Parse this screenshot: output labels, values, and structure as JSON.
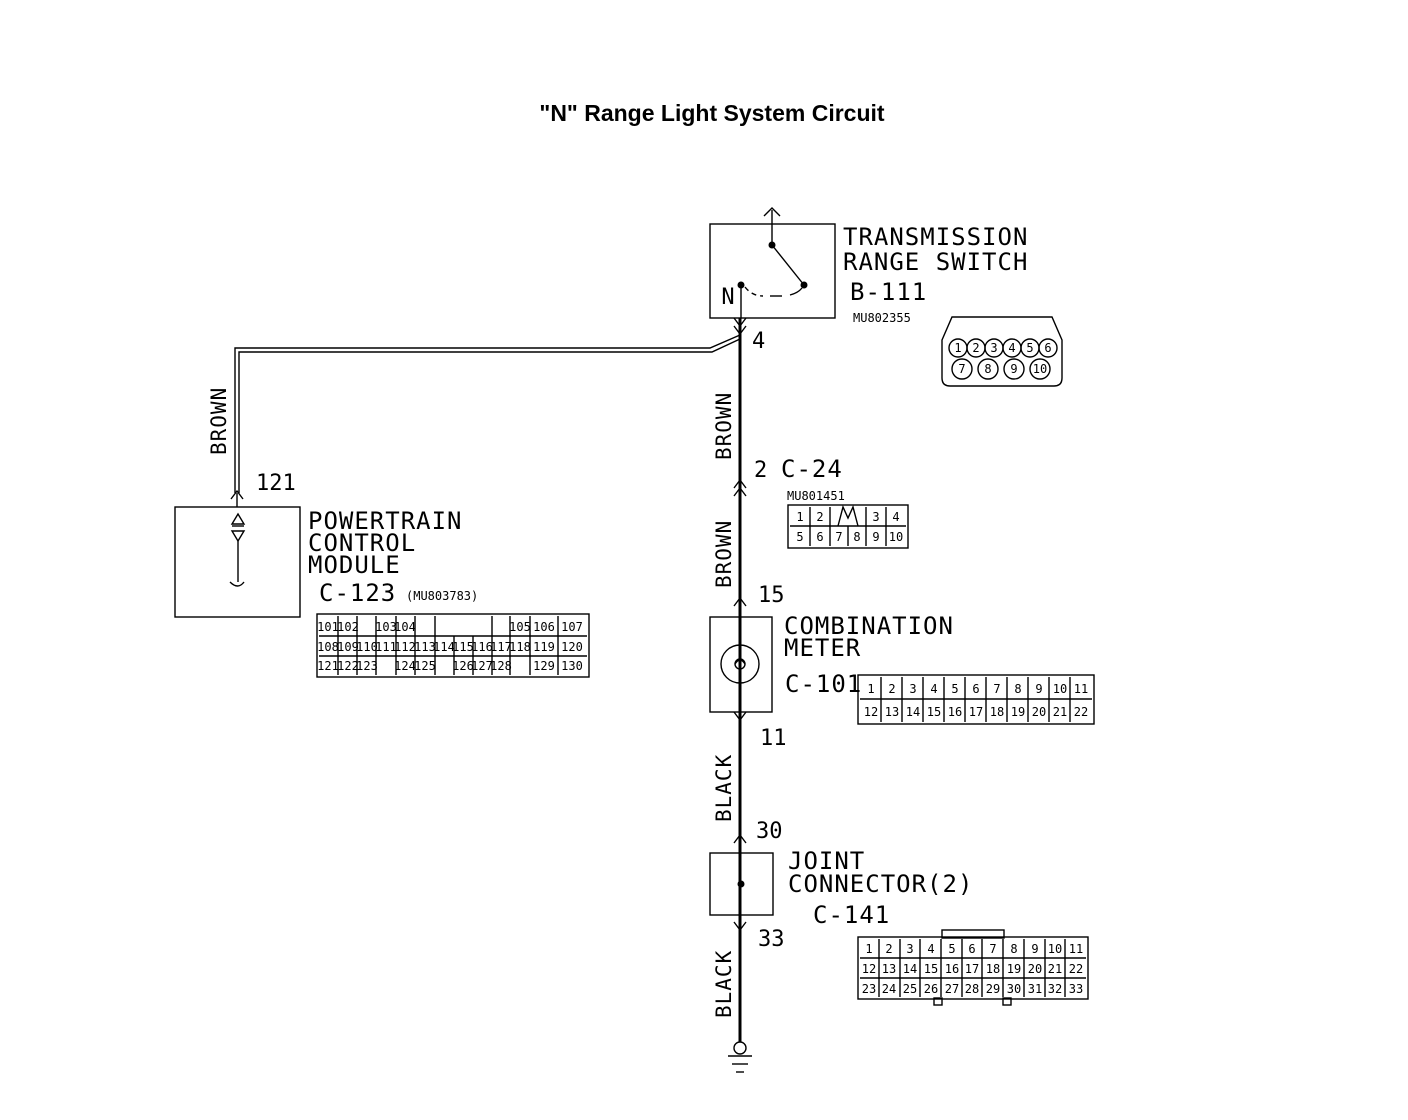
{
  "title": "\"N\" Range Light System Circuit",
  "components": {
    "trs": {
      "name_line1": "TRANSMISSION",
      "name_line2": "RANGE SWITCH",
      "connector": "B-111",
      "part": "MU802355",
      "switch_label": "N",
      "pin": "4"
    },
    "pcm": {
      "name_line1": "POWERTRAIN",
      "name_line2": "CONTROL",
      "name_line3": "MODULE",
      "connector": "C-123",
      "part": "(MU803783)",
      "pin": "121"
    },
    "c24": {
      "pin": "2",
      "connector": "C-24",
      "part": "MU801451"
    },
    "meter": {
      "name_line1": "COMBINATION",
      "name_line2": "METER",
      "connector": "C-101",
      "pin_in": "15",
      "pin_out": "11"
    },
    "joint": {
      "name_line1": "JOINT",
      "name_line2": "CONNECTOR(2)",
      "connector": "C-141",
      "pin_in": "30",
      "pin_out": "33"
    }
  },
  "wires": {
    "pcm_wire": "BROWN",
    "trs_to_c24": "BROWN",
    "c24_to_meter": "BROWN",
    "meter_to_joint": "BLACK",
    "joint_to_ground": "BLACK"
  },
  "connector_faces": {
    "b111": {
      "row1": [
        "1",
        "2",
        "3",
        "4",
        "5",
        "6"
      ],
      "row2": [
        "7",
        "8",
        "9",
        "10"
      ]
    },
    "c24": {
      "row1": [
        "1",
        "2",
        "",
        "",
        "3",
        "4"
      ],
      "row2": [
        "5",
        "6",
        "7",
        "8",
        "9",
        "10"
      ]
    },
    "c123": {
      "row1": [
        "101",
        "102",
        "",
        "103",
        "104",
        "",
        "",
        "",
        "",
        "",
        "105",
        "106",
        "107"
      ],
      "row2": [
        "108",
        "109",
        "110",
        "111",
        "112",
        "113",
        "114",
        "115",
        "116",
        "117",
        "118",
        "119",
        "120"
      ],
      "row3": [
        "121",
        "122",
        "123",
        "",
        "124",
        "125",
        "",
        "126",
        "127",
        "128",
        "",
        "129",
        "130"
      ]
    },
    "c101": {
      "row1": [
        "1",
        "2",
        "3",
        "4",
        "5",
        "6",
        "7",
        "8",
        "9",
        "10",
        "11"
      ],
      "row2": [
        "12",
        "13",
        "14",
        "15",
        "16",
        "17",
        "18",
        "19",
        "20",
        "21",
        "22"
      ]
    },
    "c141": {
      "row1": [
        "1",
        "2",
        "3",
        "4",
        "5",
        "6",
        "7",
        "8",
        "9",
        "10",
        "11"
      ],
      "row2": [
        "12",
        "13",
        "14",
        "15",
        "16",
        "17",
        "18",
        "19",
        "20",
        "21",
        "22"
      ],
      "row3": [
        "23",
        "24",
        "25",
        "26",
        "27",
        "28",
        "29",
        "30",
        "31",
        "32",
        "33"
      ]
    }
  }
}
